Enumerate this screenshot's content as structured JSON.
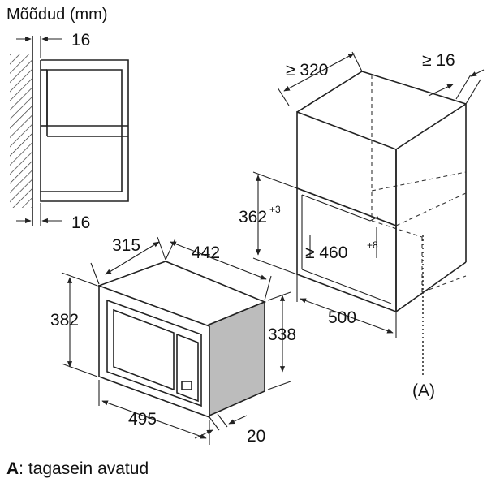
{
  "title": "Mõõdud (mm)",
  "side_view": {
    "top_gap": "16",
    "bottom_gap": "16"
  },
  "niche": {
    "depth_top": "≥ 320",
    "rear_gap": "≥ 16",
    "opening_height": "362",
    "opening_height_tol": "+3",
    "opening_width": "≥ 460",
    "opening_width_tol": "+8",
    "depth": "500",
    "rear_open_marker": "(A)"
  },
  "appliance": {
    "depth": "315",
    "width": "442",
    "front_height": "382",
    "body_height": "338",
    "front_width": "495",
    "front_thickness": "20"
  },
  "legend": {
    "key": "A",
    "text": ": tagasein avatud"
  }
}
